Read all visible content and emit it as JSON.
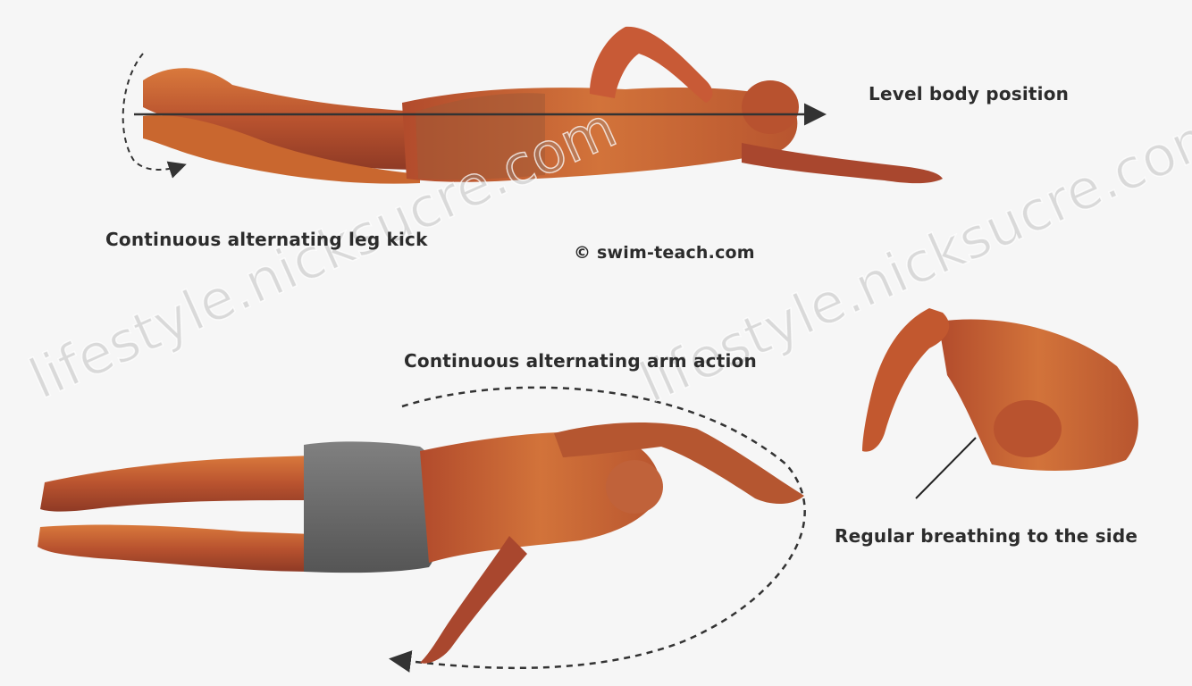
{
  "labels": {
    "level_body": "Level body position",
    "leg_kick": "Continuous alternating leg kick",
    "copyright": "© swim-teach.com",
    "arm_action": "Continuous alternating arm action",
    "breathing": "Regular breathing to the side"
  },
  "watermark": {
    "text_1": "lifestyle.nicksucre.com",
    "text_2": "lifestyle.nicksucre.com"
  },
  "colors": {
    "skin_dark": "#a8452e",
    "skin_mid": "#c9672f",
    "skin_light": "#e08a45",
    "shorts": "#6f6f6f",
    "text": "#2c2c2c",
    "arrow": "#333333"
  }
}
